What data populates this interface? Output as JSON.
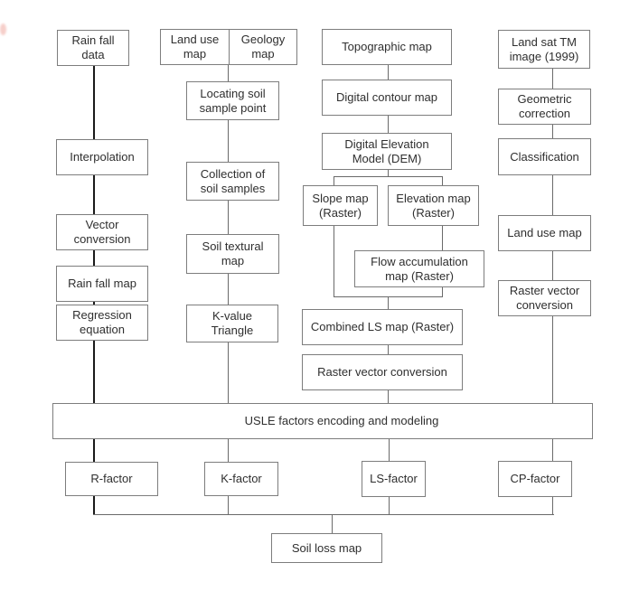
{
  "diagram_type": "flowchart",
  "colors": {
    "box_border": "#7d7d7d",
    "text": "#2f2f2f",
    "connector": "#6a6a6a",
    "connector_emphasis": "#1a1a1a",
    "background": "#ffffff"
  },
  "nodes": {
    "rain_fall_data": "Rain fall\ndata",
    "land_use_map_source": "Land use\nmap",
    "geology_map": "Geology\nmap",
    "topographic_map": "Topographic map",
    "landsat_tm_image": "Land sat TM\nimage (1999)",
    "locating_soil_sample_point": "Locating soil\nsample point",
    "digital_contour_map": "Digital contour map",
    "geometric_correction": "Geometric\ncorrection",
    "interpolation": "Interpolation",
    "digital_elevation_model": "Digital Elevation\nModel (DEM)",
    "classification": "Classification",
    "collection_of_soil_samples": "Collection of\nsoil samples",
    "slope_map": "Slope map\n(Raster)",
    "elevation_map": "Elevation map\n(Raster)",
    "vector_conversion": "Vector\nconversion",
    "land_use_map": "Land use map",
    "soil_textural_map": "Soil textural\nmap",
    "flow_accumulation_map": "Flow accumulation\nmap (Raster)",
    "rain_fall_map": "Rain fall map",
    "raster_vector_conversion_right": "Raster vector\nconversion",
    "regression_equation": "Regression\nequation",
    "k_value_triangle": "K-value\nTriangle",
    "combined_ls_map": "Combined LS map (Raster)",
    "raster_vector_conversion_center": "Raster vector conversion",
    "usle_bar": "USLE factors encoding and modeling",
    "r_factor": "R-factor",
    "k_factor": "K-factor",
    "ls_factor": "LS-factor",
    "cp_factor": "CP-factor",
    "soil_loss_map": "Soil loss map"
  }
}
